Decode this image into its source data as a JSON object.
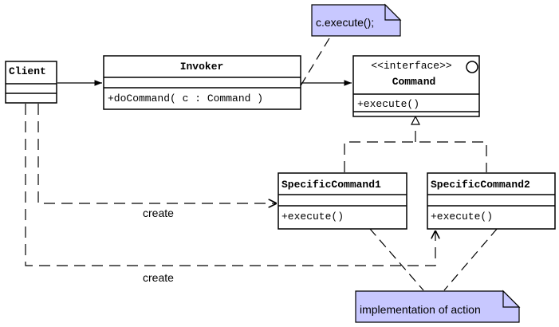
{
  "classes": {
    "client": {
      "name": "Client"
    },
    "invoker": {
      "name": "Invoker",
      "operation": "+doCommand( c : Command )"
    },
    "command": {
      "stereotype": "<<interface>>",
      "name": "Command",
      "operation": "+execute()"
    },
    "specific1": {
      "name": "SpecificCommand1",
      "operation": "+execute()"
    },
    "specific2": {
      "name": "SpecificCommand2",
      "operation": "+execute()"
    }
  },
  "notes": {
    "execute_note": "c.execute();",
    "action_note": "implementation of action"
  },
  "labels": {
    "create_1": "create",
    "create_2": "create"
  },
  "colors": {
    "note_fill": "#c8c8ff",
    "line": "#000000"
  }
}
